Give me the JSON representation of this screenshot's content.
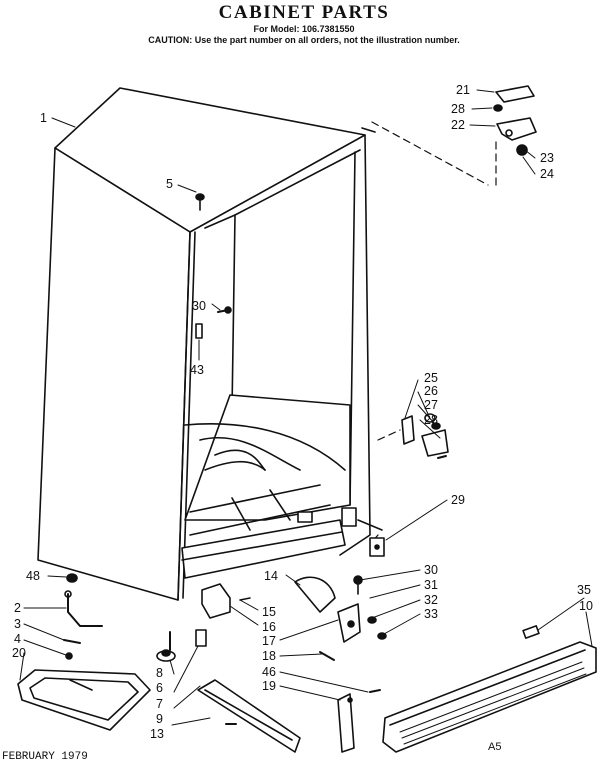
{
  "header": {
    "title": "CABINET PARTS",
    "model": "For Model: 106.7381550",
    "caution": "CAUTION:  Use the part number on all orders, not the illustration number."
  },
  "footer": {
    "date": "FEBRUARY 1979",
    "code": "A5"
  },
  "callouts": [
    "1",
    "2",
    "3",
    "4",
    "5",
    "6",
    "7",
    "8",
    "9",
    "10",
    "13",
    "14",
    "15",
    "16",
    "17",
    "18",
    "19",
    "20",
    "21",
    "22",
    "23",
    "24",
    "25",
    "26",
    "27",
    "28",
    "29",
    "30",
    "31",
    "32",
    "33",
    "35",
    "43",
    "46",
    "48"
  ],
  "callout_labels": {
    "n1": "1",
    "n2": "2",
    "n3": "3",
    "n4": "4",
    "n5": "5",
    "n6": "6",
    "n7": "7",
    "n8": "8",
    "n9": "9",
    "n10": "10",
    "n13": "13",
    "n14": "14",
    "n15": "15",
    "n16": "16",
    "n17": "17",
    "n18": "18",
    "n19": "19",
    "n20": "20",
    "n21": "21",
    "n22": "22",
    "n23": "23",
    "n24": "24",
    "n25": "25",
    "n26": "26",
    "n27": "27",
    "n28a": "28",
    "n28b": "28",
    "n29": "29",
    "n30a": "30",
    "n30b": "30",
    "n31": "31",
    "n32": "32",
    "n33": "33",
    "n35": "35",
    "n43": "43",
    "n46": "46",
    "n48": "48"
  }
}
